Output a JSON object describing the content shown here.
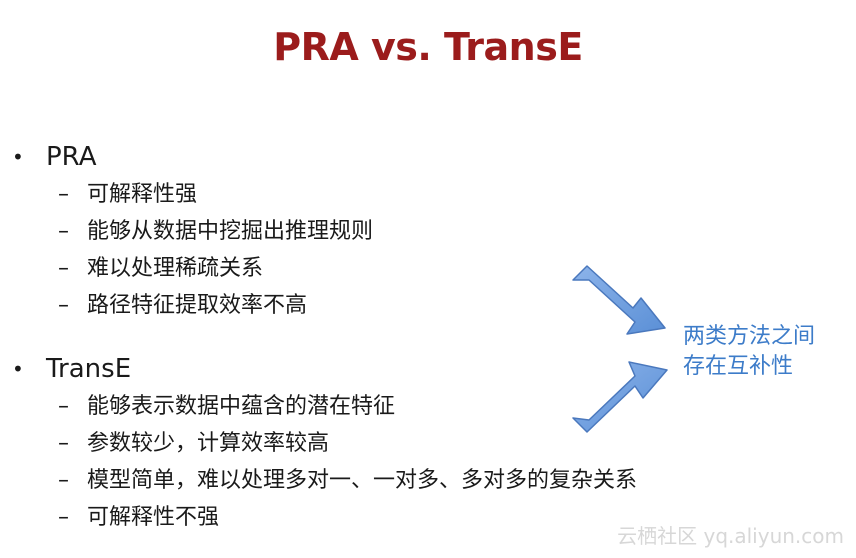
{
  "slide": {
    "title": "PRA vs. TransE",
    "sections": [
      {
        "heading": "PRA",
        "points": [
          "可解释性强",
          "能够从数据中挖掘出推理规则",
          "难以处理稀疏关系",
          "路径特征提取效率不高"
        ]
      },
      {
        "heading": "TransE",
        "points": [
          "能够表示数据中蕴含的潜在特征",
          "参数较少，计算效率较高",
          "模型简单，难以处理多对一、一对多、多对多的复杂关系",
          "可解释性不强"
        ]
      }
    ],
    "bullet_symbol": "•",
    "dash_symbol": "–",
    "callout": {
      "line1": "两类方法之间",
      "line2": "存在互补性"
    },
    "watermark": "云栖社区 yq.aliyun.com"
  },
  "colors": {
    "title": "#9b1c1c",
    "callout": "#3d7cc9",
    "arrow_fill": "#6e9ede",
    "arrow_stroke": "#4a78bd"
  }
}
